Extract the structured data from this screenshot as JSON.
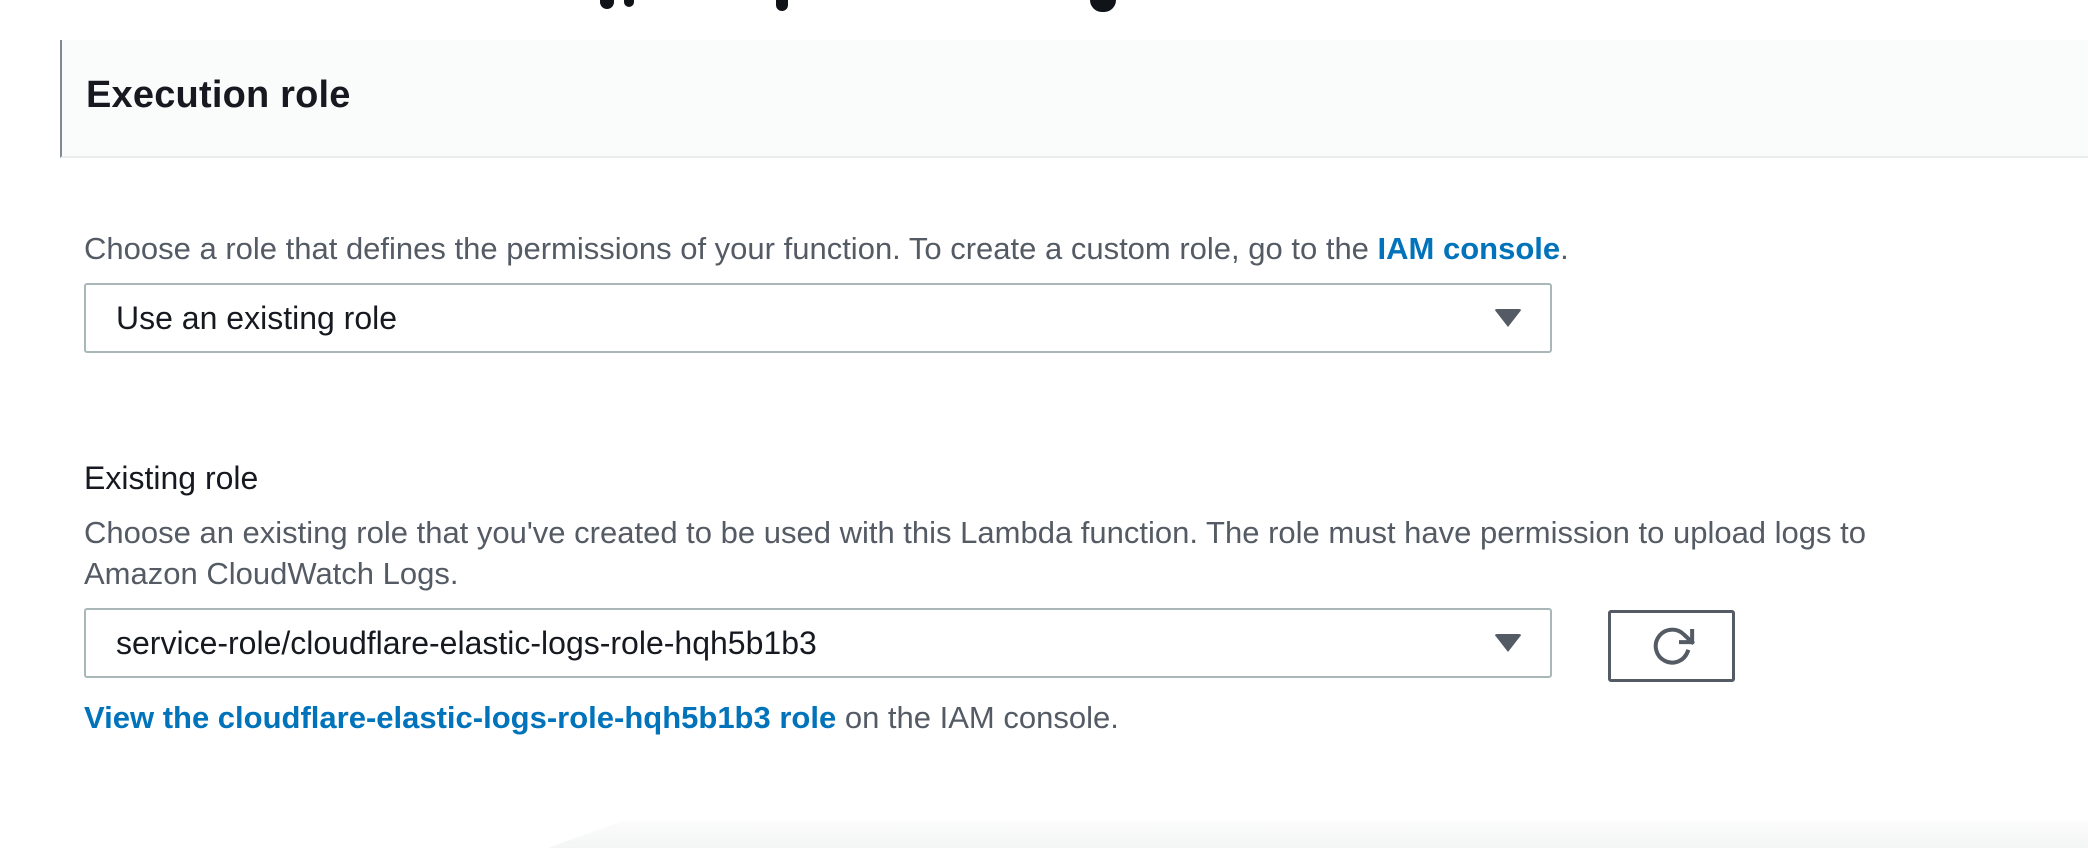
{
  "section": {
    "title": "Execution role"
  },
  "role_source": {
    "help_text_prefix": "Choose a role that defines the permissions of your function. To create a custom role, go to the ",
    "help_link_label": "IAM console",
    "help_text_suffix": ".",
    "selected_value": "Use an existing role"
  },
  "existing_role": {
    "label": "Existing role",
    "description_line1": "Choose an existing role that you've created to be used with this Lambda function. The role must have permission to upload logs to",
    "description_line2": "Amazon CloudWatch Logs.",
    "selected_value": "service-role/cloudflare-elastic-logs-role-hqh5b1b3",
    "view_link_label": "View the cloudflare-elastic-logs-role-hqh5b1b3 role",
    "view_link_suffix": " on the IAM console."
  },
  "icons": {
    "dropdown_caret": "caret-down-icon",
    "refresh": "refresh-icon"
  },
  "colors": {
    "link_blue": "#0073bb",
    "text_dark": "#16191f",
    "text_gray": "#545b64",
    "dropdown_border": "#aab7b8",
    "button_border": "#545b64",
    "header_bg": "#fafbfb",
    "divider": "#eaeded"
  }
}
